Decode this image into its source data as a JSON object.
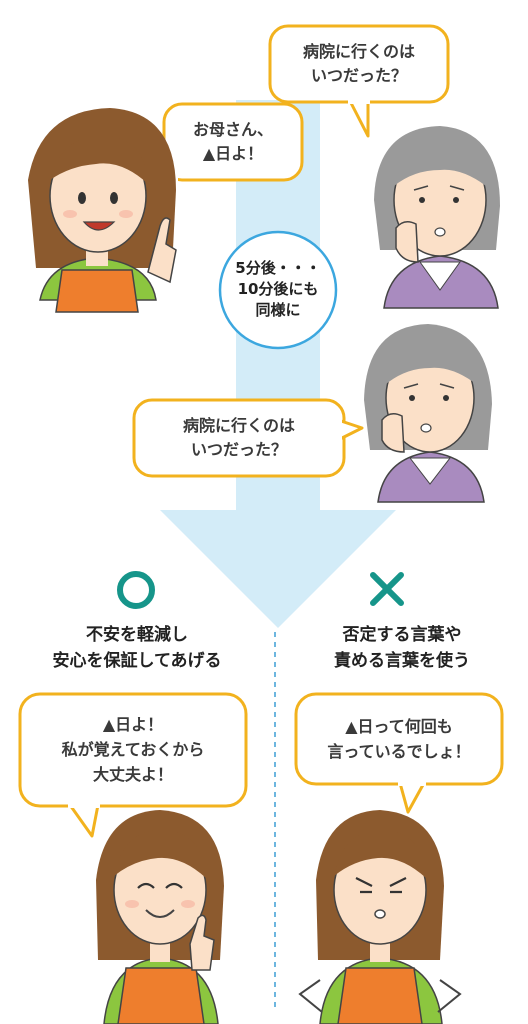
{
  "top": {
    "grandma_question_1": "病院に行くのは\nいつだった？",
    "daughter_answer": "お母さん、\n▲日よ！",
    "time_note": "5分後・・・\n10分後にも\n同様に",
    "grandma_question_2": "病院に行くのは\nいつだった？"
  },
  "good": {
    "symbol": "○",
    "heading": "不安を軽減し\n安心を保証してあげる",
    "speech": "▲日よ！\n私が覚えておくから\n大丈夫よ！"
  },
  "bad": {
    "symbol": "×",
    "heading": "否定する言葉や\n責める言葉を使う",
    "speech": "▲日って何回も\n言っているでしょ！"
  },
  "colors": {
    "bubble_border": "#f2b21e",
    "arrow": "#d3ecf8",
    "good_mark": "#16958a",
    "bad_mark": "#16958a",
    "divider": "#6db6df",
    "apron": "#ee7e2d",
    "shirt": "#8cc63f",
    "grandma_shirt": "#a98bbf",
    "hair_brown": "#8c5a2e",
    "hair_gray": "#9a9a9a",
    "skin": "#fbe0c8"
  }
}
